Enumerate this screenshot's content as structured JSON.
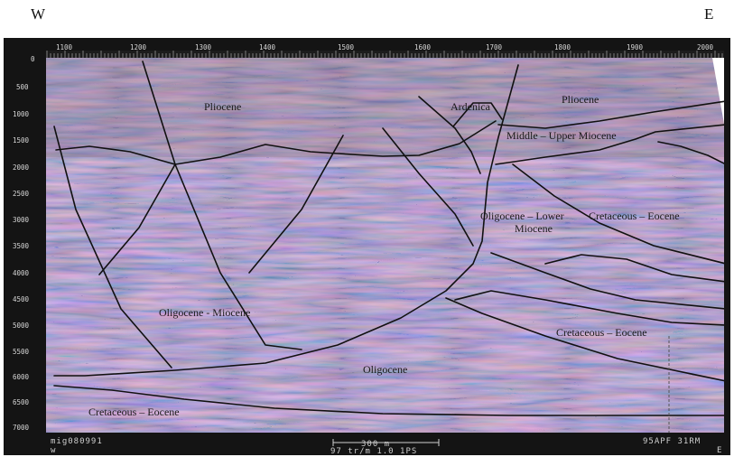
{
  "orientation": {
    "west": "W",
    "east": "E"
  },
  "traces": [
    "1100",
    "1200",
    "1300",
    "1400",
    "1500",
    "1600",
    "1700",
    "1800",
    "1900",
    "2000"
  ],
  "times": [
    "0",
    "500",
    "1000",
    "1500",
    "2000",
    "2500",
    "3000",
    "3500",
    "4000",
    "4500",
    "5000",
    "5500",
    "6000",
    "6500",
    "7000"
  ],
  "units": [
    "Pliocene",
    "Ardenica",
    "Pliocene",
    "Middle – Upper Miocene",
    "Oligocene – Lower",
    "Miocene",
    "Cretaceous – Eocene",
    "Oligocene - Miocene",
    "Cretaceous – Eocene",
    "Oligocene",
    "Cretaceous – Eocene"
  ],
  "footer": {
    "line_id": "mig080991",
    "side_w": "w",
    "scale_bar": "300 m",
    "processing": "97 tr/m 1.0 1PS",
    "date": "95APF 31RM",
    "side_e": "E"
  },
  "colors": {
    "frame": "#141414",
    "seismic_base": "#dde2ec",
    "faults": "#111111"
  }
}
